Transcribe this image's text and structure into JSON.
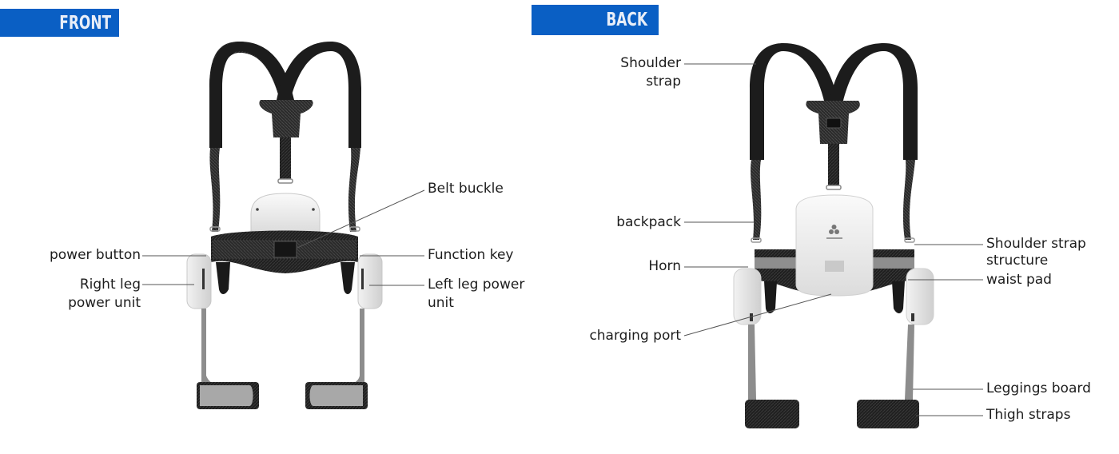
{
  "front": {
    "title": "FRONT",
    "labels": {
      "power_button": "power button",
      "right_leg_1": "Right leg",
      "right_leg_2": "power unit",
      "belt_buckle": "Belt buckle",
      "function_key": "Function key",
      "left_leg_1": "Left leg power",
      "left_leg_2": "unit"
    }
  },
  "back": {
    "title": "BACK",
    "labels": {
      "shoulder_strap_1": "Shoulder",
      "shoulder_strap_2": "strap",
      "backpack": "backpack",
      "horn": "Horn",
      "charging_port": "charging port",
      "shoulder_strap_structure_1": "Shoulder strap",
      "shoulder_strap_structure_2": "structure",
      "waist_pad": "waist pad",
      "leggings_board": "Leggings board",
      "thigh_straps": "Thigh straps"
    }
  },
  "colors": {
    "tag_blue": "#0a5fc4",
    "strap_black": "#1e1e1e",
    "shell_white": "#eeeeee",
    "leader_line": "#555555"
  }
}
